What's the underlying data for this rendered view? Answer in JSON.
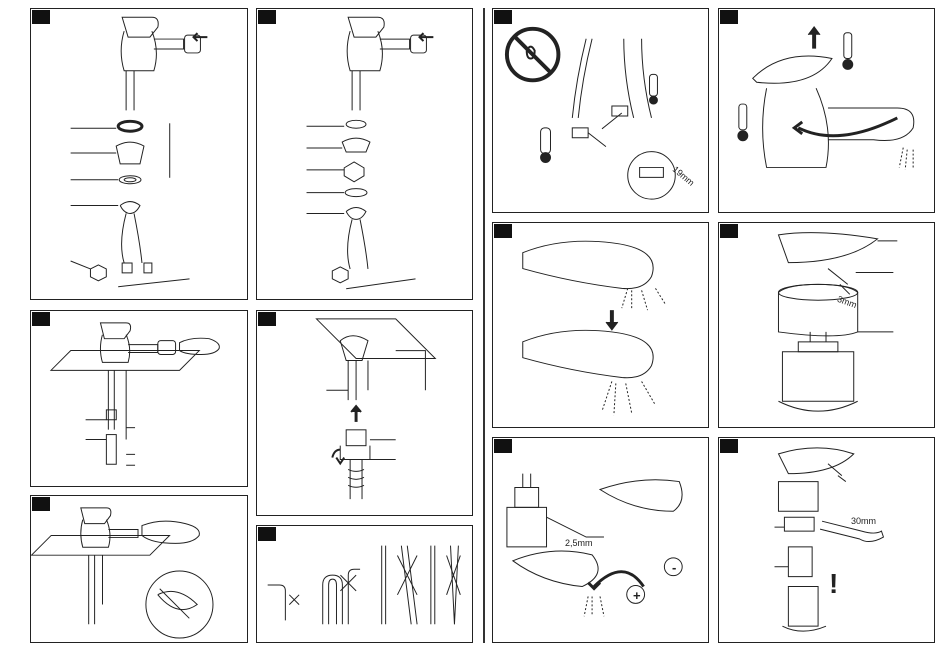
{
  "labels": {
    "wrench_size_19": "19mm",
    "hex_key_3": "3mm",
    "hex_key_2_5": "2,5mm",
    "wrench_size_30": "30mm",
    "plus": "+",
    "minus": "-",
    "warning": "!"
  }
}
